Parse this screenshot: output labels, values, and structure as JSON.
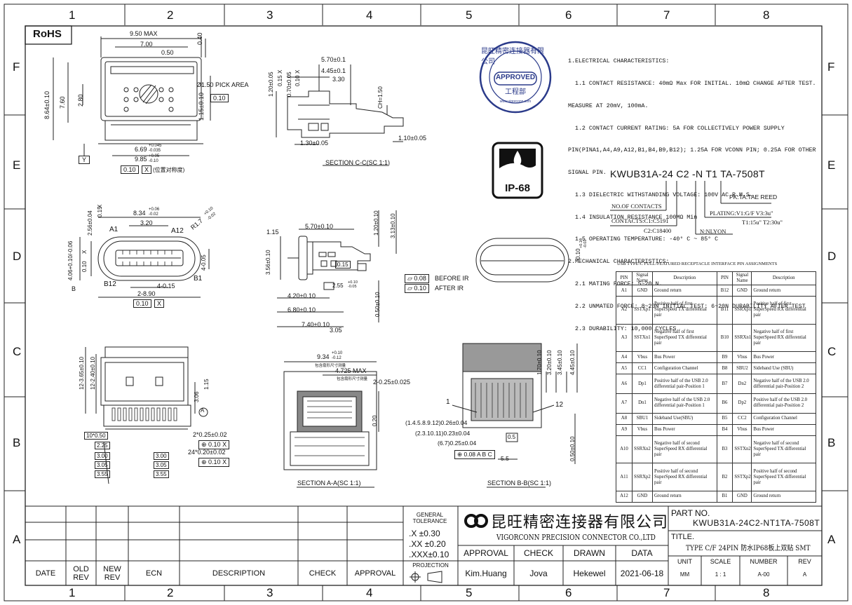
{
  "sheet": {
    "col_numbers": [
      "1",
      "2",
      "3",
      "4",
      "5",
      "6",
      "7",
      "8"
    ],
    "row_letters": [
      "F",
      "E",
      "D",
      "C",
      "B",
      "A"
    ],
    "rohs": "RoHS"
  },
  "view_top": {
    "dims": [
      "9.50 MAX",
      "7.00",
      "0.50",
      "0.40",
      "Ø1.50 PICK AREA",
      "0.10",
      "8.64±0.10",
      "7.60",
      "2.80",
      "1.15±0.10",
      "6.69",
      "+0.045",
      "-0.035",
      "9.85",
      "+0.05",
      "-0.10",
      "Y",
      "0.10",
      "X",
      "(位置对称度)"
    ]
  },
  "view_cc": {
    "dims": [
      "5.70±0.1",
      "4.45±0.1",
      "3.30",
      "1.20±0.05",
      "0.15",
      "X",
      "0.70±0.05",
      "0.10",
      "X",
      "CH=1.50",
      "1.30±0.05",
      "1.10±0.05"
    ],
    "label": "SECTION C-C(SC 1:1)"
  },
  "approved": {
    "ring": "昆旺精密连接器有限公司",
    "main": "APPROVED",
    "cn": "工程部",
    "small": "www.vigorconn.com"
  },
  "ip68": "IP-68",
  "notes": {
    "lines": [
      "1.ELECTRICAL CHARACTERISTICS:",
      "  1.1 CONTACT RESISTANCE: 40mΩ Max FOR INITIAL. 10mΩ CHANGE AFTER TEST.",
      "MEASURE AT 20mV, 100mA.",
      "  1.2 CONTACT CURRENT RATING: 5A FOR COLLECTIVELY POWER SUPPLY",
      "PIN(PINA1,A4,A9,A12,B1,B4,B9,B12); 1.25A FOR VCONN PIN; 0.25A FOR OTHER",
      "SIGNAL PIN.",
      "  1.3 DIELECTRIC WITHSTANDING VOLTAGE: 100V AC R.M.S.",
      "  1.4 INSULATION RESISTANCE 100MΩ Min",
      "  1.5 OPERATING TEMPERATURE: -40° C ~ 85° C",
      "2.MECHANICAL CHARACTERISTICS:",
      "  2.1 MATING FORCE: 5~20 N.",
      "  2.2 UNMATED FORCE: 8~20N INITIAL TEST: 6~20N DURABILITY AFTER TEST",
      "  2.3 DURABILITY: 10,000 CYCLES"
    ]
  },
  "part_code": {
    "code": "KWUB31A-24 C2 -N T1 TA-7508T",
    "pk": "PK:TA:TAE REED",
    "no_contacts": "NO.OF CONTACTS",
    "contacts": "CONTACTS:C1:C5191",
    "c2": "C2:C18400",
    "plating": "PLATING:V1:G/F  V3:3u\"",
    "plating2": "T1:15u\" T2:30u\"",
    "nylon": "N:NLYON"
  },
  "view_front": {
    "dims": [
      "8.34",
      "+0.06",
      "-0.02",
      "3.20",
      "2.56±0.04",
      "0.15",
      "X",
      "A1",
      "A12",
      "R1.7",
      "+0.10",
      "-0.02",
      "4.06+0.10/-0.06",
      "0.10",
      "X",
      "4-0.05",
      "B12",
      "B1",
      "4-0.15",
      "2-8.90",
      "0.10",
      "X",
      "B"
    ]
  },
  "view_side": {
    "dims": [
      "1.15",
      "5.70±0.10",
      "1.20±0.10",
      "3.13±0.10",
      "3.56±0.10",
      "0.15",
      "2.55",
      "+0.10",
      "-0.05",
      "4.20±0.10",
      "6.80±0.10",
      "7.40±0.10",
      "3.05",
      "0.50±0.10",
      "0.08",
      "BEFORE IR",
      "0.10",
      "AFTER IR"
    ]
  },
  "view_plug": {
    "dims": [
      "0.10",
      "+0.10",
      "-0.02"
    ]
  },
  "view_bottom": {
    "dims": [
      "12-3.65±0.10",
      "12-2.40±0.10",
      "1.15",
      "3.06",
      "10*0.50",
      "2.25",
      "3.00",
      "3.05",
      "3.55",
      "3.00",
      "3.05",
      "3.55",
      "2*0.25±0.02",
      "0.10",
      "X",
      "24*0.20±0.02",
      "0.10",
      "X",
      "A",
      "X"
    ]
  },
  "view_aa": {
    "dims": [
      "9.34",
      "+0.10",
      "-0.12",
      "包含扇形尺寸测量",
      "4.725 MAX",
      "包含扇形尺寸测量",
      "2-0.25±0.025",
      "0.20"
    ],
    "label": "SECTION A-A(SC 1:1)"
  },
  "view_bb": {
    "dims": [
      "1.70±0.10",
      "3.20±0.10",
      "3.45±0.10",
      "4.45±0.10",
      "1",
      "12",
      "(1.4.5.8.9.12)0.26±0.04",
      "(2.3.10.11)0.23±0.04",
      "(6.7)0.25±0.04",
      "0.5",
      "0.08",
      "A",
      "B",
      "C",
      "5.5",
      "0.50±0.10"
    ],
    "label": "SECTION B-B(SC 1:1)"
  },
  "pin_table": {
    "title": "USB TYPE-C FULL-FEATURED RECEPTACLE INTERFACE PIN ASSIGNMENTS",
    "headers": [
      "PIN",
      "Signal Name",
      "Description",
      "PIN",
      "Signal Name",
      "Description"
    ],
    "rows": [
      [
        "A1",
        "GND",
        "Ground return",
        "B12",
        "GND",
        "Ground return"
      ],
      [
        "A2",
        "SSTXp1",
        "Positive half of first SuperSpeed TX differential pair",
        "B11",
        "SSRXp1",
        "Positive half of first SuperSpeed RX differential pair"
      ],
      [
        "A3",
        "SSTXn1",
        "Negative half of first SuperSpeed TX differential pair",
        "B10",
        "SSRXn1",
        "Negative half of first SuperSpeed RX differential pair"
      ],
      [
        "A4",
        "Vbus",
        "Bus Power",
        "B9",
        "Vbus",
        "Bus Power"
      ],
      [
        "A5",
        "CC1",
        "Configuration Channel",
        "B8",
        "SBU2",
        "Sideband Use (SBU)"
      ],
      [
        "A6",
        "Dp1",
        "Positive half of the USB 2.0 differential pair-Position 1",
        "B7",
        "Dn2",
        "Negative half of the USB 2.0 differential pair-Position 2"
      ],
      [
        "A7",
        "Dn1",
        "Negative half of the USB 2.0 differential pair-Position 1",
        "B6",
        "Dp2",
        "Positive half of the USB 2.0 differential pair-Position 2"
      ],
      [
        "A8",
        "SBU1",
        "Sideband Use(SBU)",
        "B5",
        "CC2",
        "Configuration Channel"
      ],
      [
        "A9",
        "Vbus",
        "Bus Power",
        "B4",
        "Vbus",
        "Bus Power"
      ],
      [
        "A10",
        "SSRXn2",
        "Negative half of second SuperSpeed RX differential pair",
        "B3",
        "SSTXn2",
        "Negative half of second SuperSpeed TX differential pair"
      ],
      [
        "A11",
        "SSRXp2",
        "Positive half of second SuperSpeed RX differential pair",
        "B2",
        "SSTXp2",
        "Positive half of second SuperSpeed TX differential pair"
      ],
      [
        "A12",
        "GND",
        "Ground return",
        "B1",
        "GND",
        "Ground return"
      ]
    ]
  },
  "title_block": {
    "rev_headers": [
      "DATE",
      "OLD REV",
      "NEW REV",
      "ECN",
      "DESCRIPTION",
      "CHECK",
      "APPROVAL"
    ],
    "tolerance_title": "GENERAL TOLERANCE",
    "tol": [
      ".X  ±0.30",
      ".XX ±0.20",
      ".XXX±0.10"
    ],
    "projection": "PROJECTION",
    "company_cn": "昆旺精密连接器有限公司",
    "company_en": "VIGORCONN PRECISION CONNECTOR CO.,LTD",
    "sign_headers": [
      "APPROVAL",
      "CHECK",
      "DRAWN",
      "DATA"
    ],
    "sign_values": [
      "Kim.Huang",
      "Jova",
      "Hekewel",
      "2021-06-18"
    ],
    "part_no_label": "PART NO.",
    "part_no": "KWUB31A-24C2-NT1TA-7508T",
    "title_label": "TITLE.",
    "title": "TYPE C/F 24PIN 防水IP68板上双贴 SMT",
    "unit_label": "UNIT",
    "unit": "MM",
    "scale_label": "SCALE",
    "scale": "1 : 1",
    "number_label": "NUMBER",
    "number": "A-00",
    "rev_label": "REV",
    "rev": "A"
  }
}
